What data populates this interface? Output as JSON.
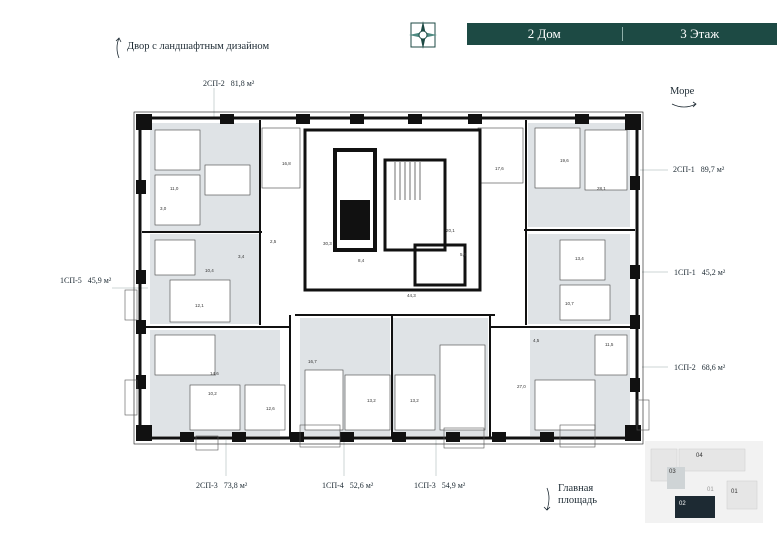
{
  "header": {
    "house": "2 Дом",
    "floor": "3 Этаж"
  },
  "notes": {
    "courtyard": "Двор с ландшафтным дизайном",
    "sea": "Море",
    "square": "Главная площадь"
  },
  "units": [
    {
      "code": "2СП-2",
      "area": "81,8 м²"
    },
    {
      "code": "2СП-1",
      "area": "89,7 м²"
    },
    {
      "code": "1СП-5",
      "area": "45,9 м²"
    },
    {
      "code": "1СП-1",
      "area": "45,2 м²"
    },
    {
      "code": "1СП-2",
      "area": "68,6 м²"
    },
    {
      "code": "2СП-3",
      "area": "73,8 м²"
    },
    {
      "code": "1СП-4",
      "area": "52,6 м²"
    },
    {
      "code": "1СП-3",
      "area": "54,9 м²"
    }
  ],
  "rooms": [
    "16,8",
    "17,6",
    "19,6",
    "28,1",
    "11,0",
    "3,0",
    "10,7",
    "13,4",
    "10,4",
    "12,1",
    "14,6",
    "11,5",
    "16,7",
    "10,2",
    "13,2",
    "12,6",
    "27,0",
    "13,2",
    "20,1",
    "30,3",
    "44,3",
    "8,4",
    "5,0",
    "2,5",
    "4,5",
    "3,4"
  ],
  "minimap": {
    "blocks": [
      "04",
      "03",
      "01",
      "02",
      "01"
    ]
  }
}
